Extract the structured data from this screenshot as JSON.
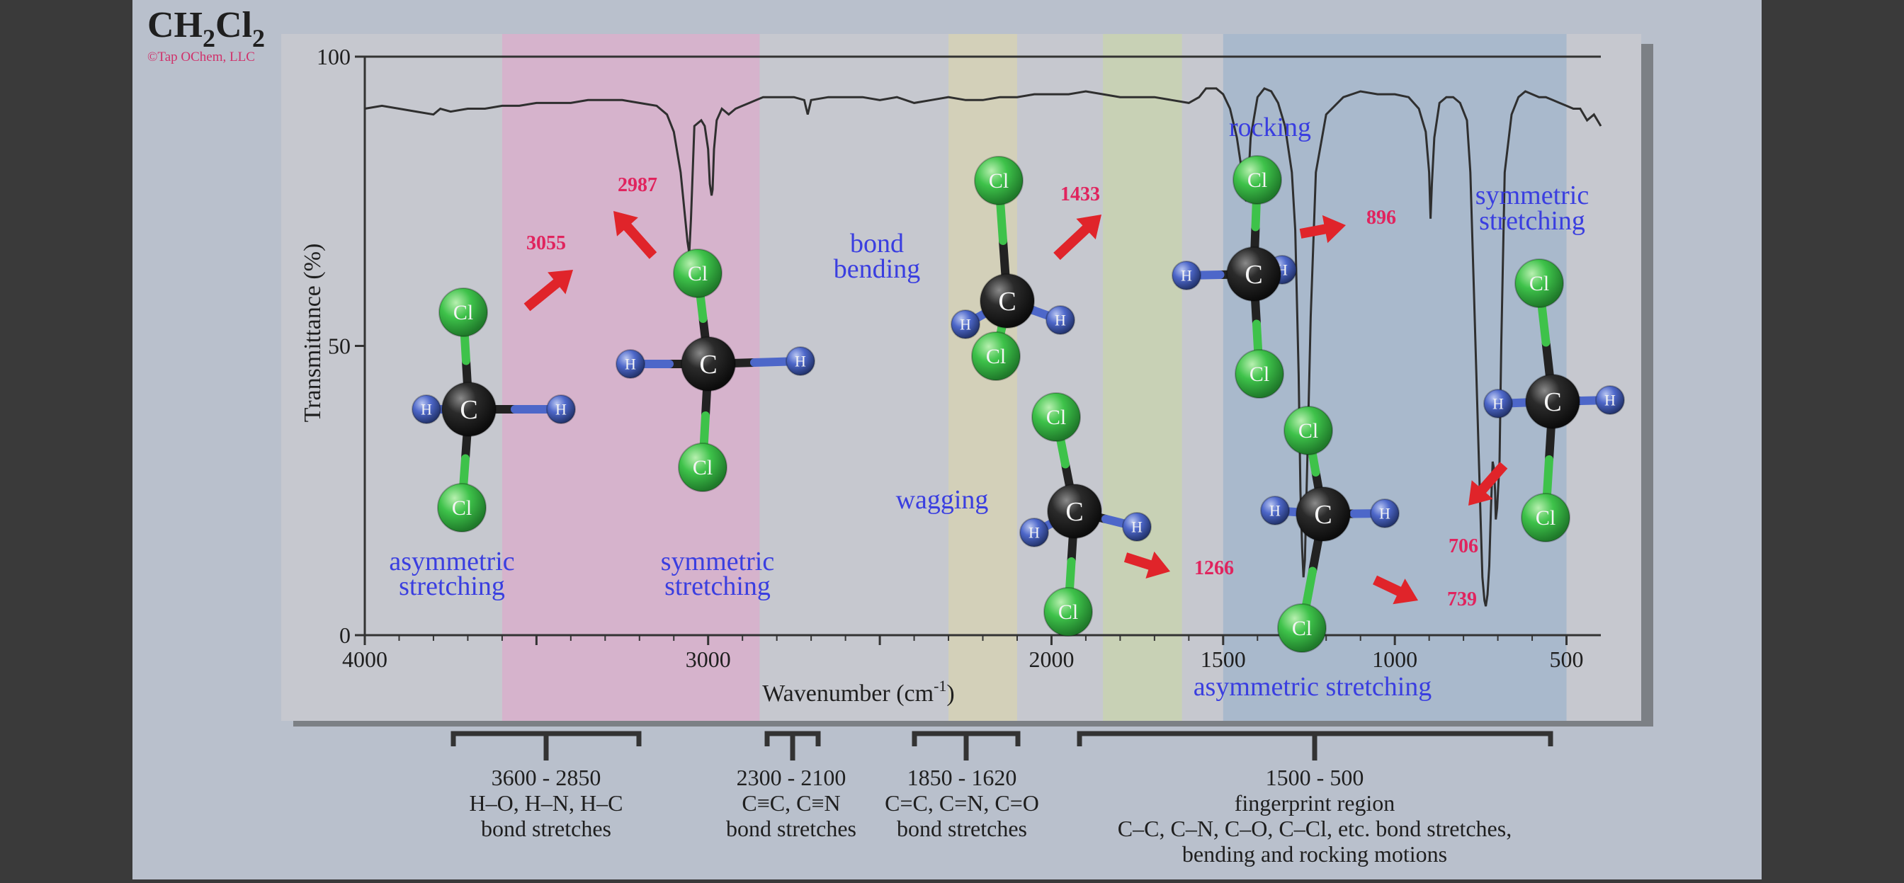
{
  "header": {
    "formula_main": "CH",
    "formula_sub1": "2",
    "formula_mid": "Cl",
    "formula_sub2": "2",
    "copyright": "©Tap OChem, LLC"
  },
  "colors": {
    "outer_bg": "#3a3a3a",
    "panel_bg": "#b9c0cc",
    "plot_bg": "#c6c8cf",
    "region_pink": "#d6b3cc",
    "region_yellow": "#d3d0b9",
    "region_green": "#c8d1b5",
    "region_blue": "#a9b9cc",
    "line": "#2f2f2f",
    "peak_label": "#e0245e",
    "arrow": "#e0242a",
    "motion_label": "#3a3ee0",
    "chlorine": "#3ec24a",
    "hydrogen": "#4d67c9",
    "carbon": "#2b2b2b",
    "bracket_text": "#1f1f1f"
  },
  "chart_data": {
    "type": "line",
    "title": "",
    "xlabel_main": "Wavenumber (cm",
    "xlabel_sup": "-1",
    "xlabel_close": ")",
    "ylabel": "Transmittance (%)",
    "xlim": [
      4000,
      400
    ],
    "ylim": [
      0,
      100
    ],
    "x_ticks": [
      4000,
      3000,
      2000,
      1500,
      1000,
      500
    ],
    "x_tick_labels": [
      "4000",
      "3000",
      "2000",
      "1500",
      "1000",
      "500"
    ],
    "y_ticks": [
      0,
      50,
      100
    ],
    "y_tick_labels": [
      "0",
      "50",
      "100"
    ],
    "grid": false,
    "series": [
      {
        "x": [
          4000,
          3950,
          3900,
          3850,
          3800,
          3780,
          3750,
          3700,
          3650,
          3600,
          3550,
          3500,
          3450,
          3400,
          3350,
          3300,
          3250,
          3200,
          3150,
          3120,
          3100,
          3080,
          3060,
          3055,
          3050,
          3040,
          3020,
          3010,
          3000,
          2995,
          2990,
          2987,
          2983,
          2975,
          2960,
          2940,
          2920,
          2900,
          2880,
          2860,
          2840,
          2800,
          2750,
          2720,
          2710,
          2700,
          2650,
          2600,
          2550,
          2500,
          2450,
          2400,
          2350,
          2300,
          2250,
          2200,
          2150,
          2100,
          2050,
          2000,
          1950,
          1900,
          1850,
          1800,
          1750,
          1700,
          1650,
          1600,
          1570,
          1550,
          1520,
          1500,
          1480,
          1460,
          1445,
          1437,
          1433,
          1428,
          1420,
          1400,
          1380,
          1360,
          1340,
          1320,
          1300,
          1290,
          1280,
          1275,
          1270,
          1266,
          1262,
          1255,
          1245,
          1230,
          1200,
          1150,
          1100,
          1050,
          1000,
          960,
          930,
          910,
          900,
          896,
          892,
          885,
          870,
          850,
          830,
          810,
          790,
          780,
          770,
          760,
          750,
          745,
          739,
          735,
          730,
          725,
          720,
          715,
          712,
          708,
          706,
          702,
          695,
          690,
          680,
          660,
          640,
          620,
          600,
          580,
          560,
          540,
          520,
          500,
          480,
          460,
          440,
          420,
          400
        ],
        "y": [
          91,
          91.5,
          91,
          90.5,
          90,
          91,
          90.5,
          91,
          91,
          91.5,
          91.5,
          92,
          92,
          92,
          92.5,
          92.5,
          92.5,
          92,
          91.5,
          90,
          87,
          80,
          68,
          66,
          72,
          88,
          89,
          88,
          84,
          78,
          76,
          77,
          84,
          89,
          91,
          90,
          91,
          91.5,
          92,
          92.5,
          93,
          93,
          93,
          92.5,
          90,
          92.5,
          93,
          93,
          93,
          92.5,
          93,
          92,
          92.5,
          93,
          92.5,
          92.5,
          93,
          93,
          93.5,
          93.5,
          93.5,
          94,
          93.5,
          93,
          93,
          93,
          92.5,
          92,
          93,
          94.5,
          94.5,
          93.5,
          91,
          86,
          80,
          77,
          75,
          77,
          86,
          93,
          94.5,
          94,
          92,
          88,
          80,
          70,
          45,
          25,
          15,
          10,
          13,
          30,
          55,
          80,
          90,
          93,
          94,
          93.5,
          93.5,
          93,
          91,
          87,
          80,
          72,
          78,
          86,
          92,
          93,
          93,
          92,
          89,
          80,
          60,
          40,
          20,
          10,
          6,
          5,
          7,
          12,
          22,
          30,
          29,
          25,
          20,
          22,
          30,
          50,
          80,
          90,
          93,
          94,
          93.5,
          93,
          93,
          92.5,
          92,
          91.5,
          91,
          91,
          89,
          90,
          88
        ]
      }
    ],
    "regions": [
      {
        "name": "pink",
        "from": 3600,
        "to": 2850
      },
      {
        "name": "yellow",
        "from": 2300,
        "to": 2100
      },
      {
        "name": "green",
        "from": 1850,
        "to": 1620
      },
      {
        "name": "blue",
        "from": 1500,
        "to": 500
      }
    ],
    "peak_labels": [
      "3055",
      "2987",
      "1433",
      "1266",
      "896",
      "739",
      "706"
    ],
    "motion_labels": {
      "asym1_a": "asymmetric",
      "asym1_b": "stretching",
      "sym1_a": "symmetric",
      "sym1_b": "stretching",
      "bending_a": "bond",
      "bending_b": "bending",
      "wagging": "wagging",
      "rocking": "rocking",
      "sym2_a": "symmetric",
      "sym2_b": "stretching",
      "asym2": "asymmetric stretching"
    },
    "atom_labels": {
      "c": "C",
      "h": "H",
      "cl": "Cl"
    }
  },
  "brackets": [
    {
      "range": "3600 - 2850",
      "line2": "H–O, H–N, H–C",
      "line3": "bond stretches"
    },
    {
      "range": "2300 - 2100",
      "line2": "C≡C, C≡N",
      "line3": "bond stretches"
    },
    {
      "range": "1850 - 1620",
      "line2": "C=C, C=N, C=O",
      "line3": "bond stretches"
    },
    {
      "range": "1500 - 500",
      "line2": "fingerprint region",
      "line3": "C–C, C–N, C–O, C–Cl, etc. bond stretches,",
      "line4": "bending and rocking motions"
    }
  ]
}
